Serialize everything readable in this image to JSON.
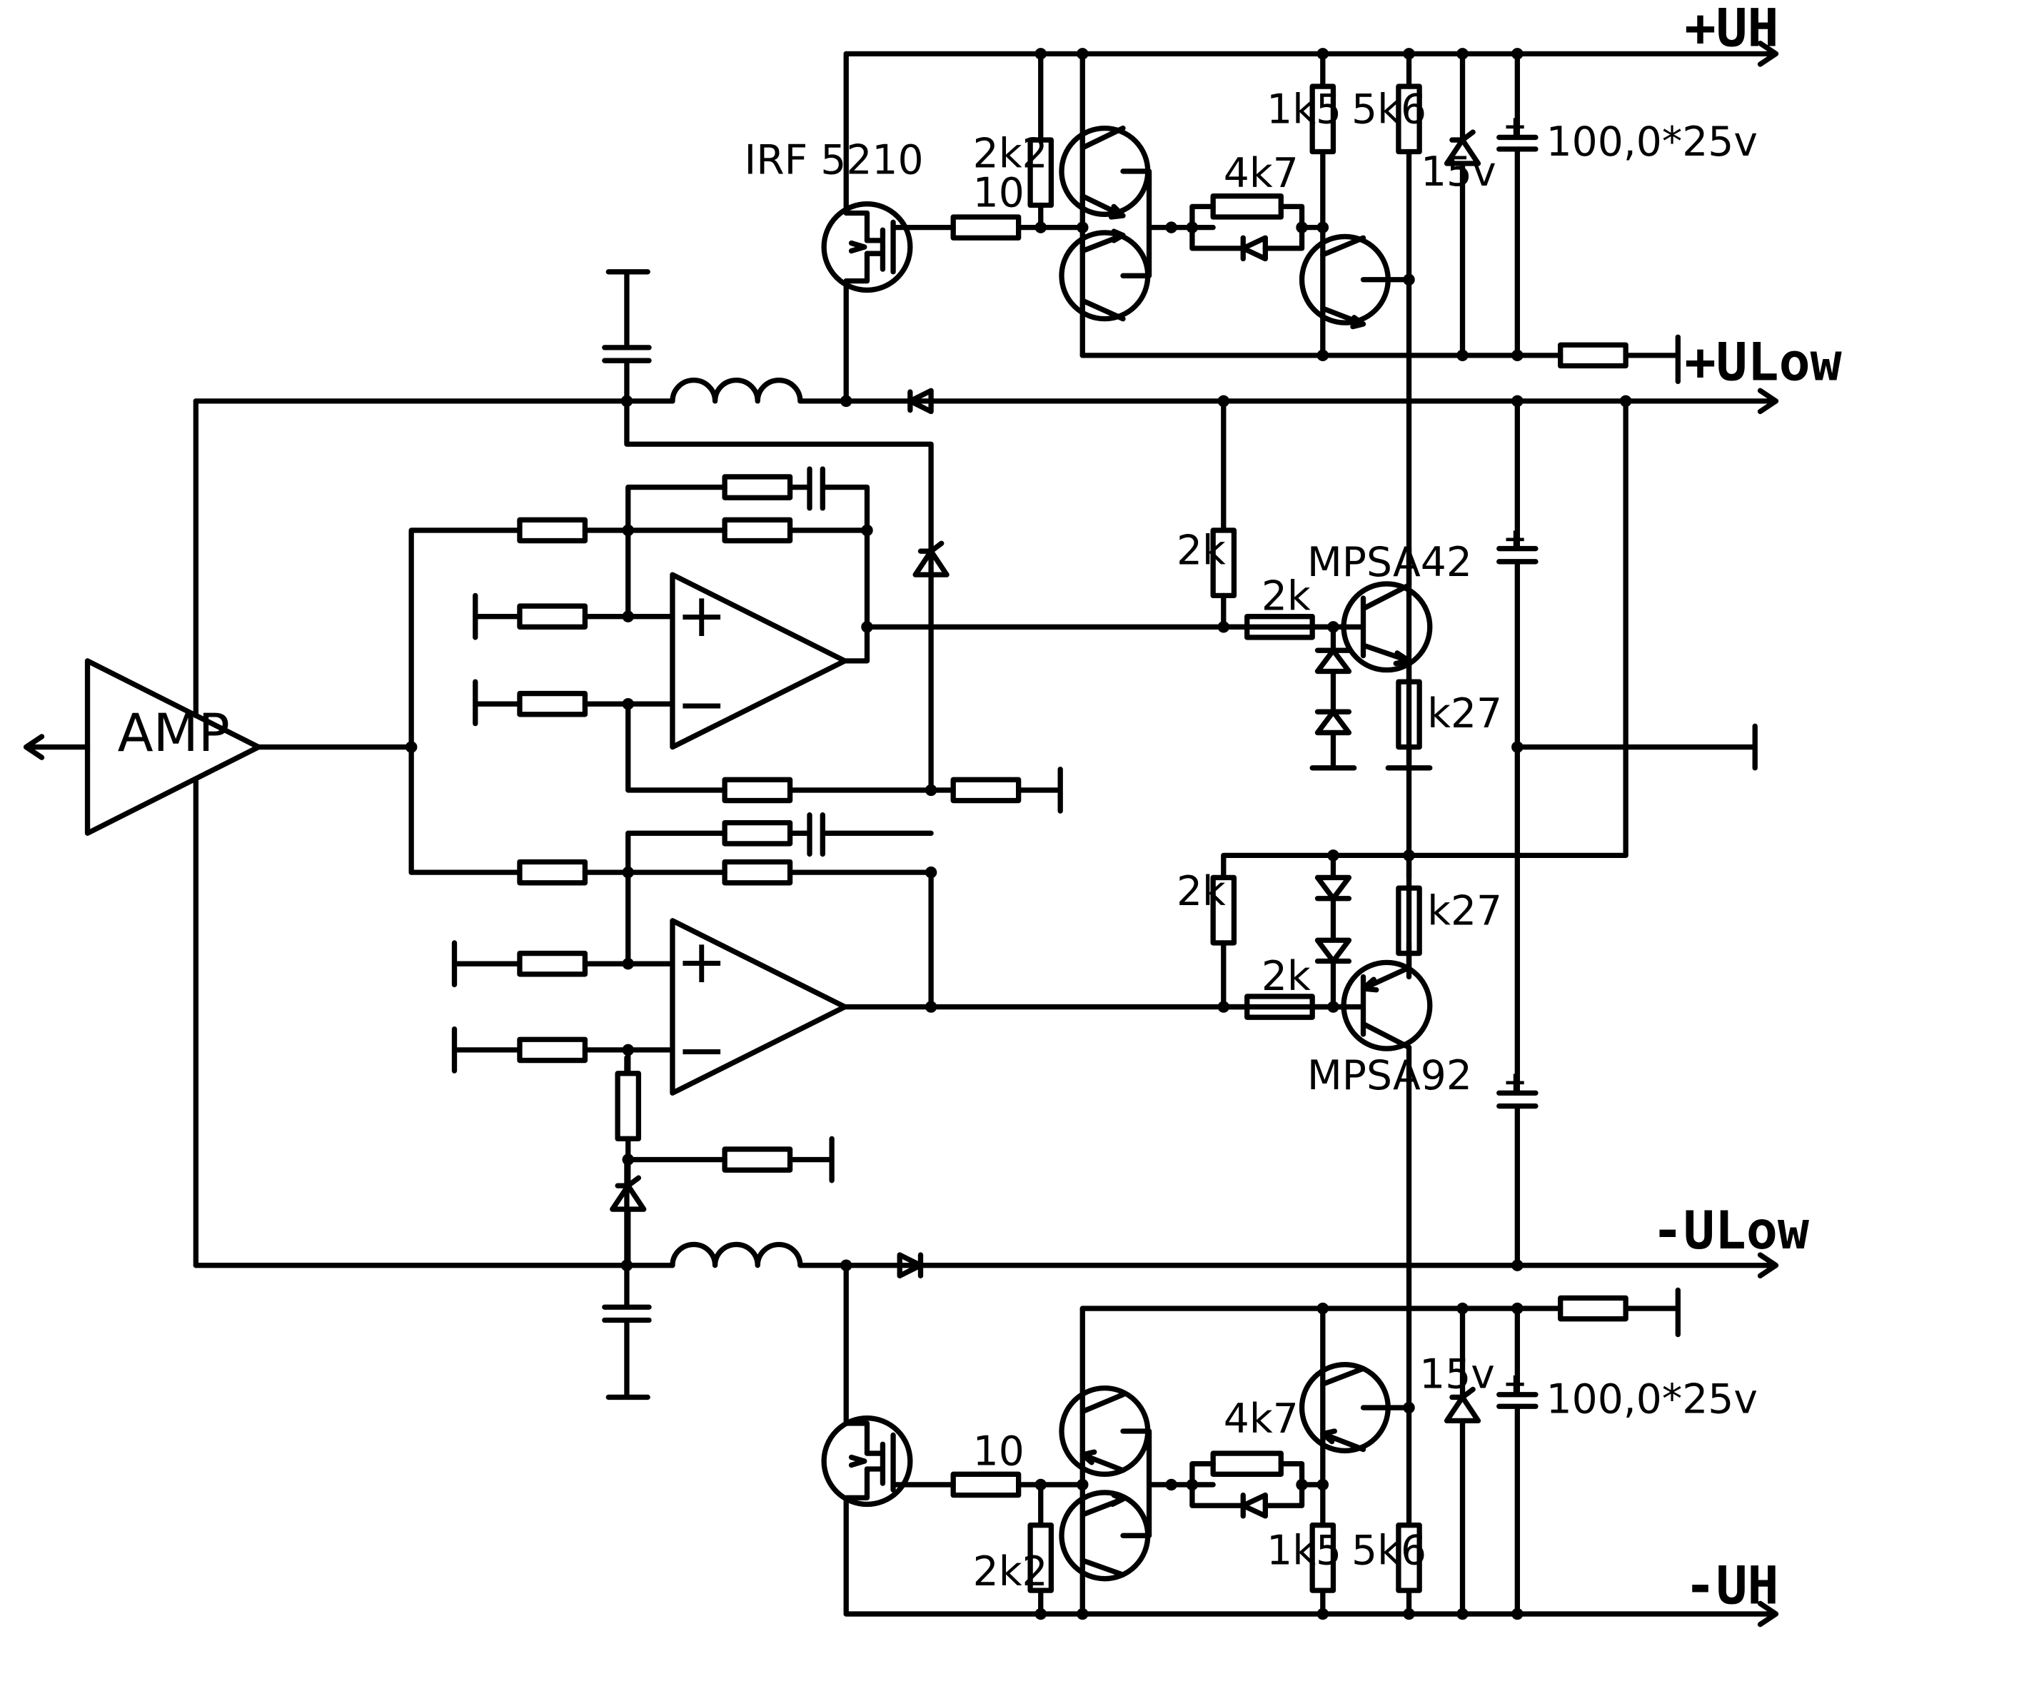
{
  "labels": {
    "plus_uh": "+UH",
    "plus_ulow": "+ULow",
    "minus_ulow": "-ULow",
    "minus_uh": "-UH",
    "amp": "AMP",
    "mosfet": "IRF 5210",
    "r_gate_top": "10",
    "r_gate_bot": "10",
    "r_2k2_top": "2k2",
    "r_2k2_bot": "2k2",
    "r_4k7_top": "4k7",
    "r_4k7_bot": "4k7",
    "r_1k5_top": "1k5",
    "r_1k5_bot": "1k5",
    "r_5k6_top": "5k6",
    "r_5k6_bot": "5k6",
    "zener_top": "15v",
    "zener_bot": "15v",
    "cap_top": "100,0*25v",
    "cap_bot": "100,0*25v",
    "r_2k_up_v": "2k",
    "r_2k_up_h": "2k",
    "r_2k_lo_v": "2k",
    "r_2k_lo_h": "2k",
    "k27_up": "k27",
    "k27_lo": "k27",
    "npn": "MPSA42",
    "pnp": "MPSA92",
    "op_plus_1": "+",
    "op_minus_1": "−",
    "op_plus_2": "+",
    "op_minus_2": "−"
  }
}
